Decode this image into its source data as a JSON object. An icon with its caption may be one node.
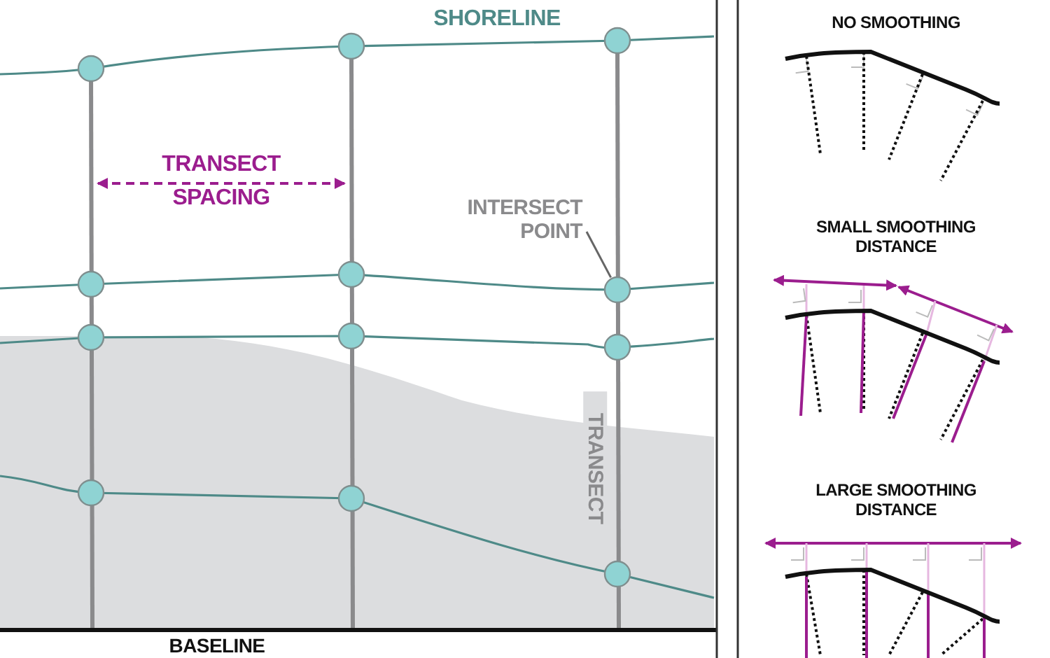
{
  "diagram": {
    "nodes": [
      {
        "text": [],
        "shape": "circle"
      },
      {
        "text": [],
        "shape": "circle"
      },
      {
        "text": [],
        "shape": "circle"
      },
      {
        "text": [
          "INTERSECT POINT"
        ]
      },
      {
        "text": [],
        "shape": "circle"
      },
      {
        "text": [],
        "shape": "circle"
      },
      {
        "text": [],
        "shape": "circle"
      },
      {
        "text": [],
        "shape": "circle"
      },
      {
        "text": [],
        "shape": "circle"
      },
      {
        "text": [],
        "shape": "circle"
      },
      {
        "text": [],
        "shape": "circle"
      },
      {
        "text": [],
        "shape": "circle"
      },
      {
        "text": [],
        "shape": "circle"
      }
    ],
    "edges": [
      {
        "from": 3,
        "to": 6,
        "arrow": "none"
      }
    ],
    "labels": [
      "SHORELINE",
      "TRANSECT SPACING",
      "TRANSECT",
      "BASELINE",
      "NO SMOOTHING",
      "SMALL SMOOTHING DISTANCE",
      "LARGE SMOOTHING DISTANCE"
    ]
  }
}
